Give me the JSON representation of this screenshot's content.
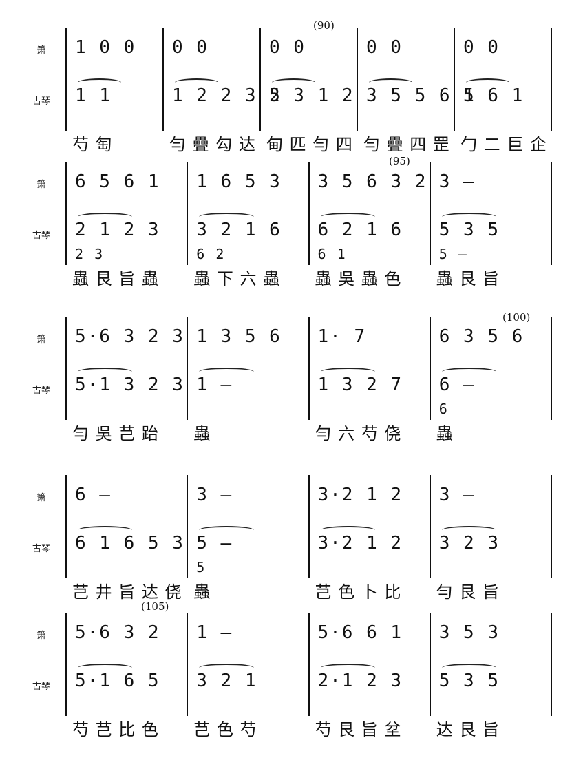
{
  "instruments": {
    "xiao": "箫",
    "guqin": "古琴"
  },
  "systems": [
    {
      "measure_number": "(90)",
      "measures": [
        {
          "xiao": "1 0 0",
          "qin": "1   1",
          "qin2": "",
          "tab": "芍 匋"
        },
        {
          "xiao": "0   0",
          "qin": "1 2 2 3 5",
          "qin2": "",
          "tab": "勻 疊 勾 达"
        },
        {
          "xiao": "0   0",
          "qin": "2 3 1 2",
          "qin2": "",
          "tab": "甸 匹 勻 四"
        },
        {
          "xiao": "0   0",
          "qin": "3 5 5 6 1",
          "qin2": "",
          "tab": "勻 疊 四 罡"
        },
        {
          "xiao": "0   0",
          "qin": "5   6   1",
          "qin2": "",
          "tab": "勹 二 巨 企"
        }
      ]
    },
    {
      "measure_number": "(95)",
      "measures": [
        {
          "xiao": "6 5 6   1",
          "qin": "2 1 2   3",
          "qin2": "2       3",
          "tab": "蟲 艮 旨 蟲"
        },
        {
          "xiao": "1 6 5   3",
          "qin": "3 2 1   6",
          "qin2": "6       2",
          "tab": "蟲 下 六 蟲"
        },
        {
          "xiao": "3 5 6   3 2",
          "qin": "6 2   1 6",
          "qin2": "6       1",
          "tab": "蟲 吳 蟲 色"
        },
        {
          "xiao": "3     —",
          "qin": "5 3   5",
          "qin2": "5       —",
          "tab": "蟲 艮 旨"
        }
      ]
    },
    {
      "measure_number": "(100)",
      "measures": [
        {
          "xiao": "5·6   3 2 3",
          "qin": "5·1   3 2 3",
          "qin2": "",
          "tab": "勻 吳 芑 跆"
        },
        {
          "xiao": "1 3   5 6",
          "qin": "1     —",
          "qin2": "",
          "tab": "蟲"
        },
        {
          "xiao": "1·     7",
          "qin": "1 3   2 7",
          "qin2": "",
          "tab": "勻 六 芍 侥"
        },
        {
          "xiao": "6 3   5 6",
          "qin": "6     —",
          "qin2": "6",
          "tab": "蟲"
        }
      ]
    },
    {
      "measure_number": "",
      "measures": [
        {
          "xiao": "6     —",
          "qin": "6 1 6   5 3",
          "qin2": "",
          "tab": "芑 井 旨 达 侥"
        },
        {
          "xiao": "3     —",
          "qin": "5     —",
          "qin2": "5",
          "tab": "蟲"
        },
        {
          "xiao": "3·2   1 2",
          "qin": "3·2   1 2",
          "qin2": "",
          "tab": "芑 色 卜 比"
        },
        {
          "xiao": "3     —",
          "qin": "3 2   3",
          "qin2": "",
          "tab": "勻 艮 旨"
        }
      ]
    },
    {
      "measure_number": "(105)",
      "measures": [
        {
          "xiao": "5·6   3 2",
          "qin": "5·1   6 5",
          "qin2": "",
          "tab": "芍 芑 比 色"
        },
        {
          "xiao": "1     —",
          "qin": "3 2   1",
          "qin2": "",
          "tab": "芑 色 芍"
        },
        {
          "xiao": "5·6   6 1",
          "qin": "2·1   2 3",
          "qin2": "",
          "tab": "芍 艮 旨 坌"
        },
        {
          "xiao": "3 5   3",
          "qin": "5 3   5",
          "qin2": "",
          "tab": "达 艮 旨"
        }
      ]
    }
  ]
}
